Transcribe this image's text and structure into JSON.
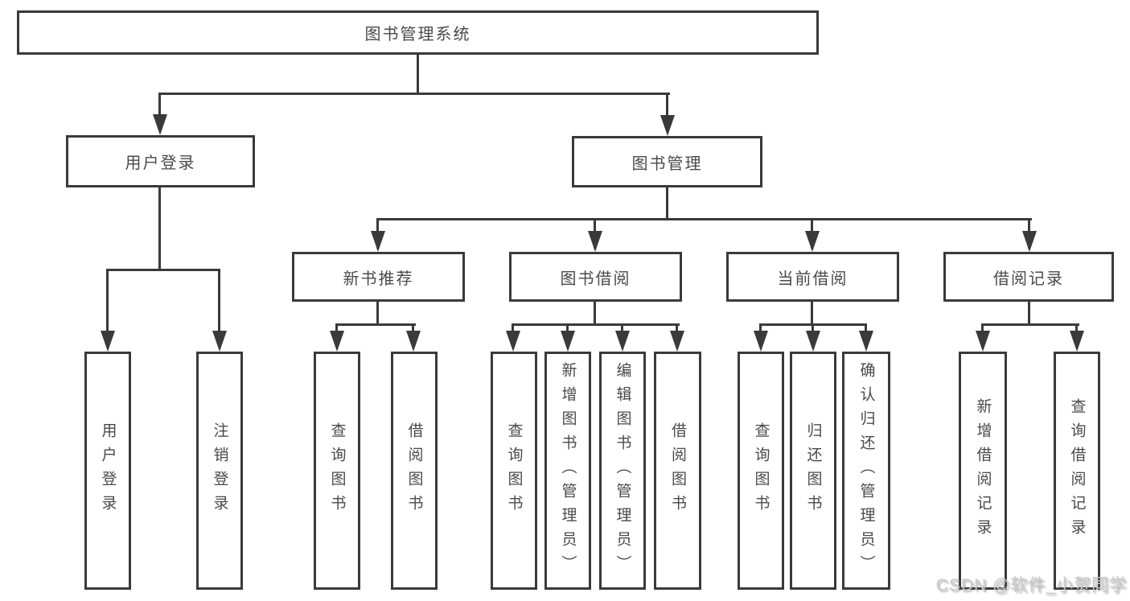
{
  "tree": {
    "root": "图书管理系统",
    "branches": [
      {
        "label": "用户登录",
        "children": [
          "用户登录",
          "注销登录"
        ]
      },
      {
        "label": "图书管理",
        "modules": [
          {
            "label": "新书推荐",
            "children": [
              "查询图书",
              "借阅图书"
            ]
          },
          {
            "label": "图书借阅",
            "children": [
              "查询图书",
              "新增图书（管理员）",
              "编辑图书（管理员）",
              "借阅图书"
            ]
          },
          {
            "label": "当前借阅",
            "children": [
              "查询图书",
              "归还图书",
              "确认归还（管理员）"
            ]
          },
          {
            "label": "借阅记录",
            "children": [
              "新增借阅记录",
              "查询借阅记录"
            ]
          }
        ]
      }
    ]
  },
  "watermark": "CSDN @软件_小贺同学",
  "colors": {
    "line": "#3a3a3a",
    "text": "#4a4a4a",
    "background": "#ffffff",
    "box_bg": "#ffffff",
    "watermark": "#c9c9c9"
  }
}
